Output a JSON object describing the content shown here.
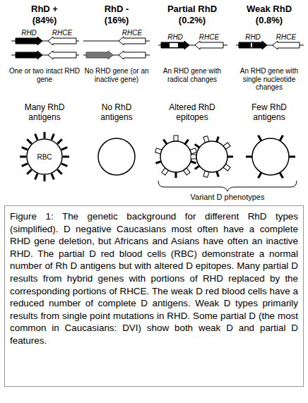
{
  "diagram": {
    "caption": "Figure 1: The genetic background for different RhD types (simplified). D negative Caucasians most often have a complete RHD gene deletion, but Africans and Asians have often an inactive RHD. The partial D red blood cells (RBC) demonstrate a normal number of Rh D antigens but with altered D epitopes. Many partial D results from hybrid genes with portions of RHD replaced by the corresponding portions of RHCE. The weak D red blood cells have a reduced number of complete D antigens. Weak D types primarily results from single point mutations in RHD. Some partial D (the most common in Caucasians: DVI) show both weak D and partial D features.",
    "nodes": [
      {
        "text": [
          "RBC"
        ]
      }
    ],
    "labels": [
      "RhD +",
      "(84%)",
      "RhD -",
      "(16%)",
      "Partial RhD",
      "(0.2%)",
      "Weak RhD",
      "(0.8%)",
      "RHD",
      "RHCE",
      "RHCE",
      "RHD",
      "RHCE",
      "RHD",
      "RHCE",
      "One or two intact RHD gene",
      "No RHD gene (or an inactive gene)",
      "An RHD gene with radical changes",
      "An RHD gene with single nucleotide changes",
      "Many RhD antigens",
      "No RhD antigens",
      "Altered RhD epitopes",
      "Few RhD antigens",
      "Variant D phenotypes"
    ]
  }
}
